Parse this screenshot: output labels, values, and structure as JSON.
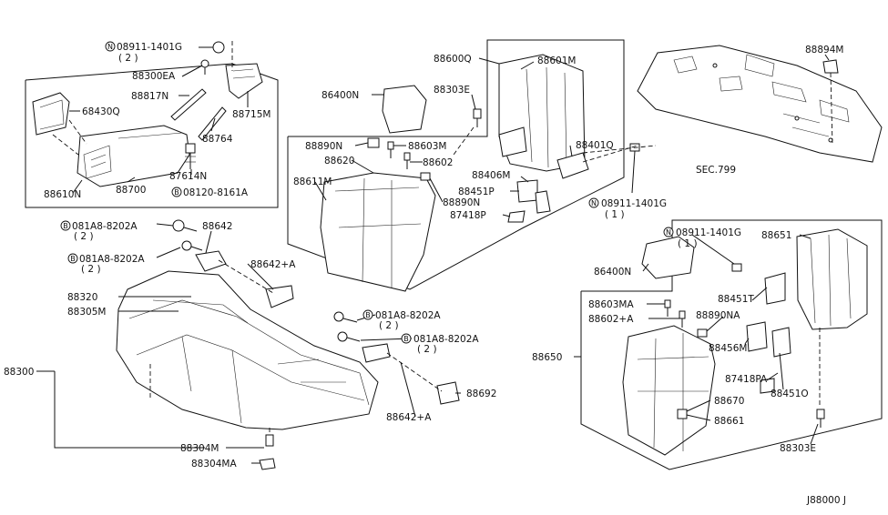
{
  "diagram_code": "J88000 J",
  "reference": "SEC.799",
  "labels": {
    "n08911_a": "08911-1401G",
    "n08911_a_qty": "( 2 )",
    "p88300EA": "88300EA",
    "p88817N": "88817N",
    "p68430Q": "68430Q",
    "p88715M": "88715M",
    "p88764": "88764",
    "p87614N": "87614N",
    "p88610N": "88610N",
    "p88700": "88700",
    "b08120": "08120-8161A",
    "b081A8_a": "081A8-8202A",
    "b081A8_a_qty": "( 2 )",
    "b081A8_b": "081A8-8202A",
    "b081A8_b_qty": "( 2 )",
    "p88642": "88642",
    "p88642A_a": "88642+A",
    "p88320": "88320",
    "p88305M": "88305M",
    "p88300": "88300",
    "p88304M": "88304M",
    "p88304MA": "88304MA",
    "p86400N_a": "86400N",
    "p88600Q": "88600Q",
    "p88303E_a": "88303E",
    "p88601M": "88601M",
    "p88890N_a": "88890N",
    "p88603M": "88603M",
    "p88620": "88620",
    "p88602": "88602",
    "p88611M": "88611M",
    "p88401Q": "88401Q",
    "p88406M": "88406M",
    "p88451P": "88451P",
    "p88890N_b": "88890N",
    "p87418P": "87418P",
    "n08911_b": "08911-1401G",
    "n08911_b_qty": "( 1 )",
    "b081A8_c": "081A8-8202A",
    "b081A8_c_qty": "( 2 )",
    "b081A8_d": "081A8-8202A",
    "b081A8_d_qty": "( 2 )",
    "p88692": "88692",
    "p88642A_b": "88642+A",
    "p88894M": "88894M",
    "n08911_c": "08911-1401G",
    "n08911_c_qty": "( 1 )",
    "p88651": "88651",
    "p86400N_b": "86400N",
    "p88451T": "88451T",
    "p88603MA": "88603MA",
    "p88602A": "88602+A",
    "p88890NA": "88890NA",
    "p88456M": "88456M",
    "p88650": "88650",
    "p87418PA": "87418PA",
    "p88451O": "88451O",
    "p88670": "88670",
    "p88661": "88661",
    "p88303E_b": "88303E"
  },
  "badges": {
    "nut": "N",
    "bolt": "B"
  }
}
